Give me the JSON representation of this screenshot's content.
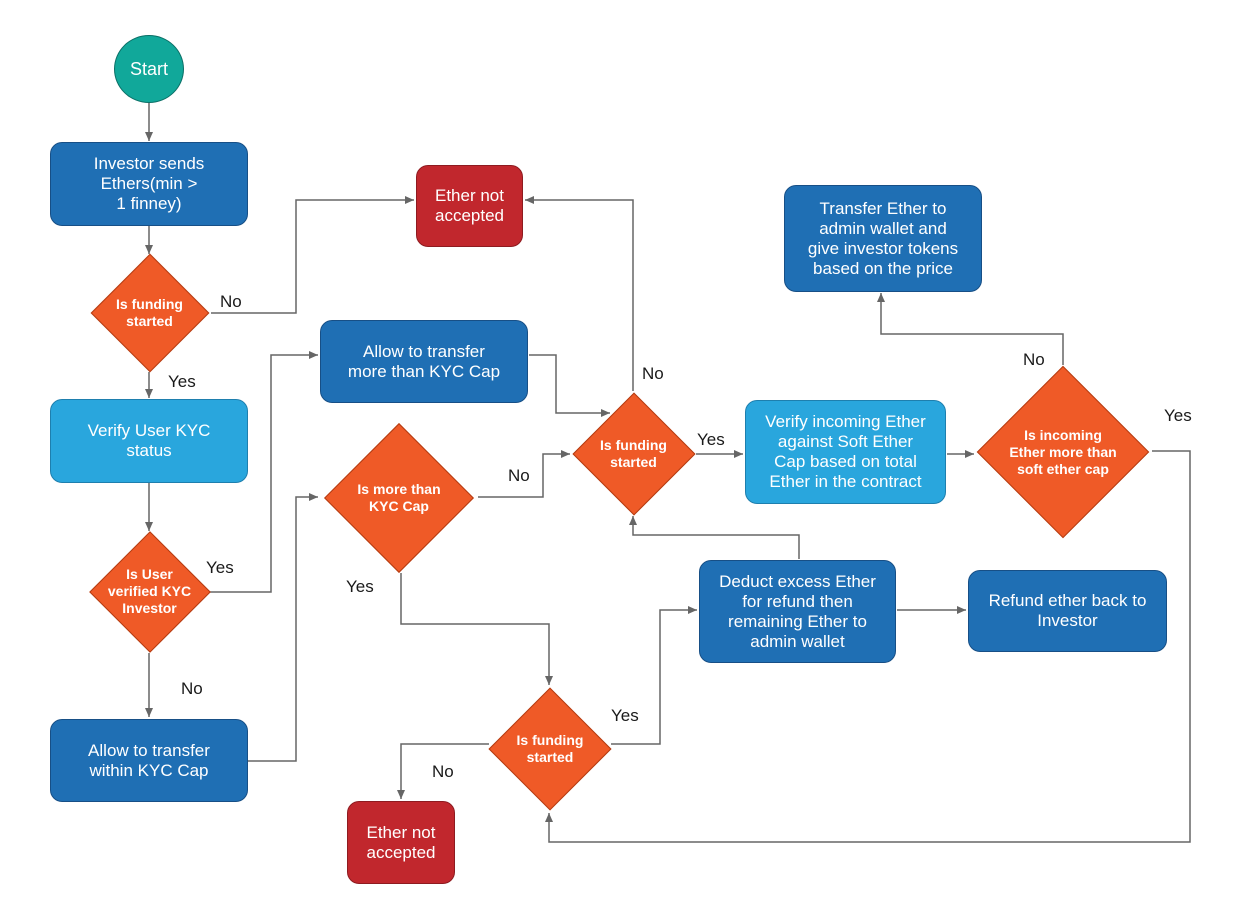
{
  "nodes": {
    "start": "Start",
    "investor_sends": "Investor sends\nEthers(min >\n1 finney)",
    "funding_started_1": "Is funding\nstarted",
    "verify_kyc": "Verify User KYC\nstatus",
    "user_verified": "Is User\nverified KYC\nInvestor",
    "allow_within_cap": "Allow to transfer\nwithin KYC Cap",
    "ether_not_accepted_top": "Ether not\naccepted",
    "allow_more_than_cap": "Allow to transfer\nmore than KYC Cap",
    "more_than_cap": "Is more than\nKYC Cap",
    "funding_started_2": "Is funding\nstarted",
    "verify_incoming": "Verify incoming Ether\nagainst Soft Ether\nCap based on total\nEther in the contract",
    "incoming_more": "Is incoming\nEther more than\nsoft ether cap",
    "transfer_admin": "Transfer Ether to\nadmin wallet and\ngive investor tokens\nbased on the price",
    "deduct_excess": "Deduct excess Ether\nfor refund then\nremaining Ether to\nadmin wallet",
    "refund_back": "Refund ether back to\nInvestor",
    "funding_started_3": "Is funding\nstarted",
    "ether_not_accepted_bottom": "Ether not\naccepted"
  },
  "labels": {
    "fs1_no": "No",
    "fs1_yes": "Yes",
    "uv_yes": "Yes",
    "uv_no": "No",
    "fs2_no": "No",
    "fs2_yes": "Yes",
    "mtc_no": "No",
    "mtc_yes": "Yes",
    "inc_no": "No",
    "inc_yes": "Yes",
    "fs3_yes": "Yes",
    "fs3_no": "No"
  },
  "colors": {
    "process_dark": "#1f6fb4",
    "process_light": "#29a6dd",
    "decision": "#ef5a27",
    "rejected": "#c1272d",
    "start": "#11a89a",
    "connector": "#666666"
  }
}
